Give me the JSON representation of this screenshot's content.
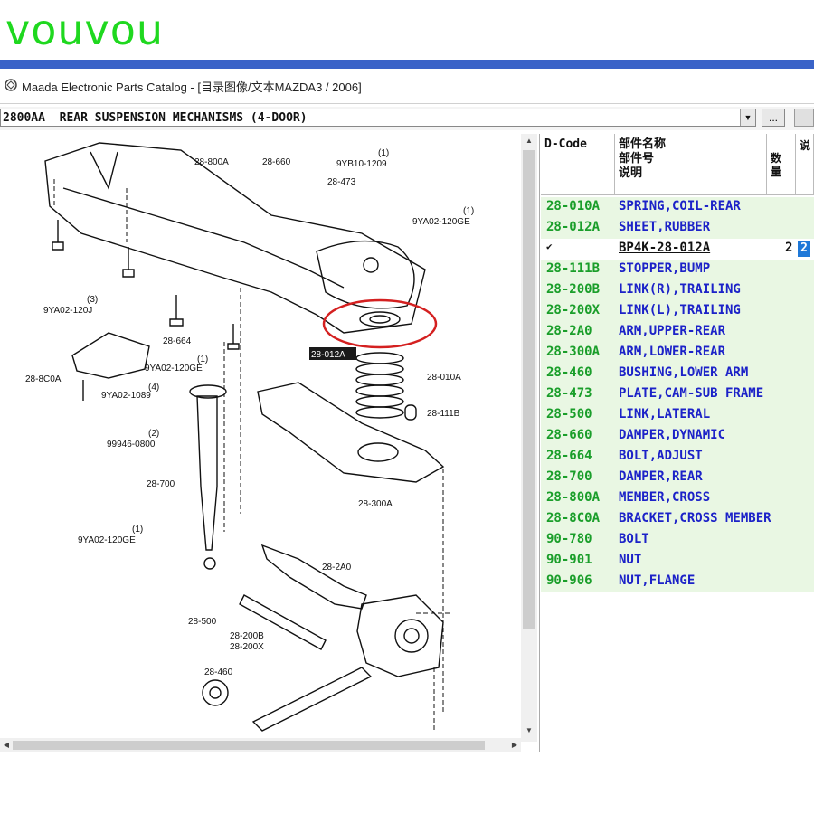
{
  "watermark": "vouvou",
  "window": {
    "title": "Maada Electronic Parts Catalog - [目录图像/文本MAZDA3 / 2006]"
  },
  "toolbar": {
    "section_value": "2800AA  REAR SUSPENSION MECHANISMS (4-DOOR)",
    "more_label": "..."
  },
  "diagram": {
    "callouts": [
      "28-800A",
      "28-660",
      "9YB10-1209",
      "(1)",
      "28-473",
      "9YA02-120GE",
      "(1)",
      "9YA02-120J",
      "(3)",
      "28-664",
      "9YA02-120GE",
      "(1)",
      "28-8C0A",
      "9YA02-1089",
      "(4)",
      "99946-0800",
      "(2)",
      "28-700",
      "9YA02-120GE",
      "(1)",
      "28-012A",
      "28-010A",
      "28-111B",
      "28-300A",
      "28-2A0",
      "28-500",
      "28-200B",
      "28-200X",
      "28-460"
    ]
  },
  "parts_table": {
    "headers": {
      "code": "D-Code",
      "desc": [
        "部件名称",
        "部件号",
        "说明"
      ],
      "qty": "数量",
      "extra": "说"
    },
    "rows": [
      {
        "code": "28-010A",
        "name": "SPRING,COIL-REAR"
      },
      {
        "code": "28-012A",
        "name": "SHEET,RUBBER"
      },
      {
        "code": "✔",
        "name": "BP4K-28-012A",
        "qty": "2",
        "box": "2",
        "selected": true
      },
      {
        "code": "28-111B",
        "name": "STOPPER,BUMP"
      },
      {
        "code": "28-200B",
        "name": "LINK(R),TRAILING"
      },
      {
        "code": "28-200X",
        "name": "LINK(L),TRAILING"
      },
      {
        "code": "28-2A0",
        "name": "ARM,UPPER-REAR"
      },
      {
        "code": "28-300A",
        "name": "ARM,LOWER-REAR"
      },
      {
        "code": "28-460",
        "name": "BUSHING,LOWER ARM"
      },
      {
        "code": "28-473",
        "name": "PLATE,CAM-SUB FRAME"
      },
      {
        "code": "28-500",
        "name": "LINK,LATERAL"
      },
      {
        "code": "28-660",
        "name": "DAMPER,DYNAMIC"
      },
      {
        "code": "28-664",
        "name": "BOLT,ADJUST"
      },
      {
        "code": "28-700",
        "name": "DAMPER,REAR"
      },
      {
        "code": "28-800A",
        "name": "MEMBER,CROSS"
      },
      {
        "code": "28-8C0A",
        "name": "BRACKET,CROSS MEMBER"
      },
      {
        "code": "90-780",
        "name": "BOLT"
      },
      {
        "code": "90-901",
        "name": "NUT"
      },
      {
        "code": "90-906",
        "name": "NUT,FLANGE"
      }
    ]
  },
  "colors": {
    "code_green": "#1a9e2a",
    "name_blue": "#1c22c8",
    "row_bg": "#e9f7e3",
    "highlight_circle": "#d42020",
    "watermark_green": "#1fd81f"
  }
}
